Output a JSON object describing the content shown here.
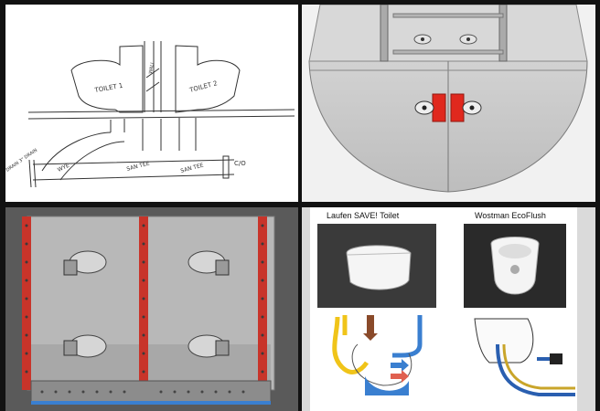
{
  "sketch": {
    "toilet_1": "TOILET 1",
    "wall": "WALL",
    "toilet_2": "TOILET 2",
    "wye": "WYE",
    "san_tee_1": "SAN TEE",
    "san_tee_2": "SAN TEE",
    "cleanout": "C/O",
    "drain": "DRAIN 3\" DRAIN"
  },
  "comparison": {
    "left_title": "Laufen SAVE! Toilet",
    "right_title": "Wostman EcoFlush"
  },
  "colors": {
    "red_bracket": "#e0281e",
    "red_strut": "#c8342a",
    "blue_water": "#3a7fd0",
    "yellow_flow": "#f0c419",
    "brown_flow": "#8a4a2a"
  }
}
